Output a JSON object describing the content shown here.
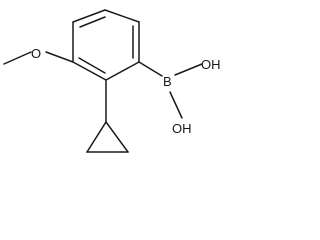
{
  "molecule": {
    "atoms": {
      "methoxy_oxygen": "O",
      "methyl_label": "",
      "boron": "B",
      "hydroxyl_top": "OH",
      "hydroxyl_bottom": "OH"
    },
    "colors": {
      "bond": "#1a1a1a",
      "label": "#1a1a1a",
      "background": "#ffffff"
    }
  }
}
